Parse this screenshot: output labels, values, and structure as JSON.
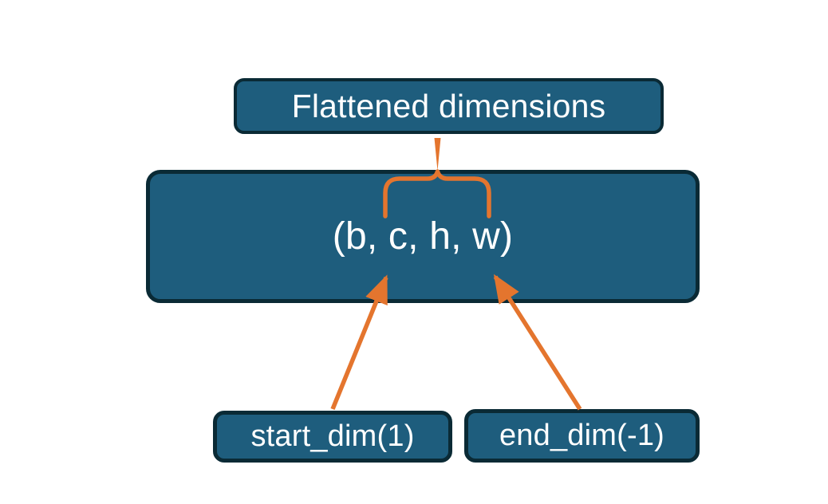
{
  "diagram": {
    "title_box": {
      "label": "Flattened dimensions"
    },
    "main_box": {
      "label": "(b, c, h, w)"
    },
    "start_box": {
      "label": "start_dim(1)"
    },
    "end_box": {
      "label": "end_dim(-1)"
    },
    "connectors": [
      {
        "name": "brace-flattened-span",
        "type": "overbrace",
        "meaning": "span of dimensions that get flattened (c, h, w)"
      },
      {
        "name": "arrow-start-dim",
        "type": "arrow",
        "from": "start_dim(1)",
        "to": "dimension c in (b, c, h, w)"
      },
      {
        "name": "arrow-end-dim",
        "type": "arrow",
        "from": "end_dim(-1)",
        "to": "dimension w in (b, c, h, w)"
      }
    ],
    "colors": {
      "box_fill": "#1E5D7D",
      "box_border": "#0A2A35",
      "arrow": "#E4752E",
      "text": "#FFFFFF",
      "background": "#FFFFFF"
    }
  }
}
